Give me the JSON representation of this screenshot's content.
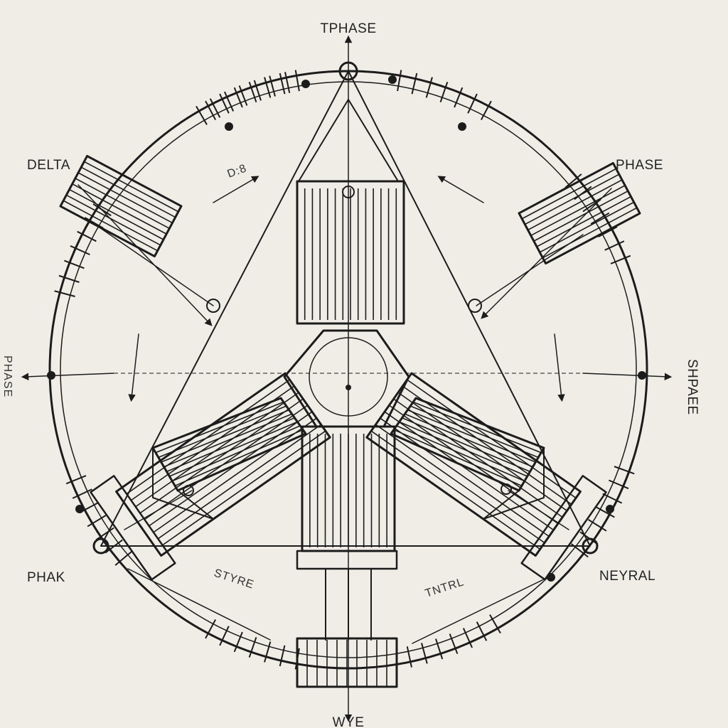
{
  "labels": {
    "top": "TPHASE",
    "top_left": "DELTA",
    "top_right": "PHASE",
    "right": "SHPAEE",
    "left": "PHASE",
    "bottom_left": "PHAK",
    "bottom_right": "NEYRAL",
    "bottom": "WYE",
    "inner_left": "STYRE",
    "inner_right": "TNTRL",
    "upper_inner": "D:8"
  },
  "palette": {
    "paper": "#efede6",
    "ink": "#1c1c1c",
    "shade": "#d8d5cc"
  },
  "icons": [
    "terminal-node-icon",
    "arrow-head-icon",
    "coil-icon"
  ]
}
